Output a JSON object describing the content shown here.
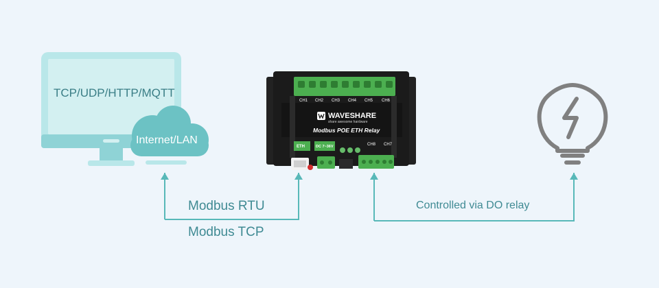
{
  "monitor": {
    "protocols_label": "TCP/UDP/HTTP/MQTT"
  },
  "cloud": {
    "label": "Internet/LAN"
  },
  "connections": {
    "protocol_1": "Modbus RTU",
    "protocol_2": "Modbus TCP",
    "relay_control": "Controlled via DO relay"
  },
  "device": {
    "brand": "WAVESHARE",
    "tagline": "share awesome hardware",
    "product_name": "Modbus POE ETH Relay",
    "eth_label": "ETH",
    "power_label": "DC 7~36V",
    "channels_top": [
      "CH1",
      "CH2",
      "CH3",
      "CH4",
      "CH5",
      "CH6"
    ],
    "channels_bottom": [
      "CH8",
      "CH7"
    ]
  },
  "bulb": {
    "icon": "lightning-bulb-icon"
  },
  "colors": {
    "background": "#eef5fb",
    "accent_teal": "#57b8b8",
    "monitor_teal": "#9fdde0",
    "device_body": "#1b1b1b",
    "terminal_green": "#4caf50",
    "bulb_gray": "#808080"
  }
}
